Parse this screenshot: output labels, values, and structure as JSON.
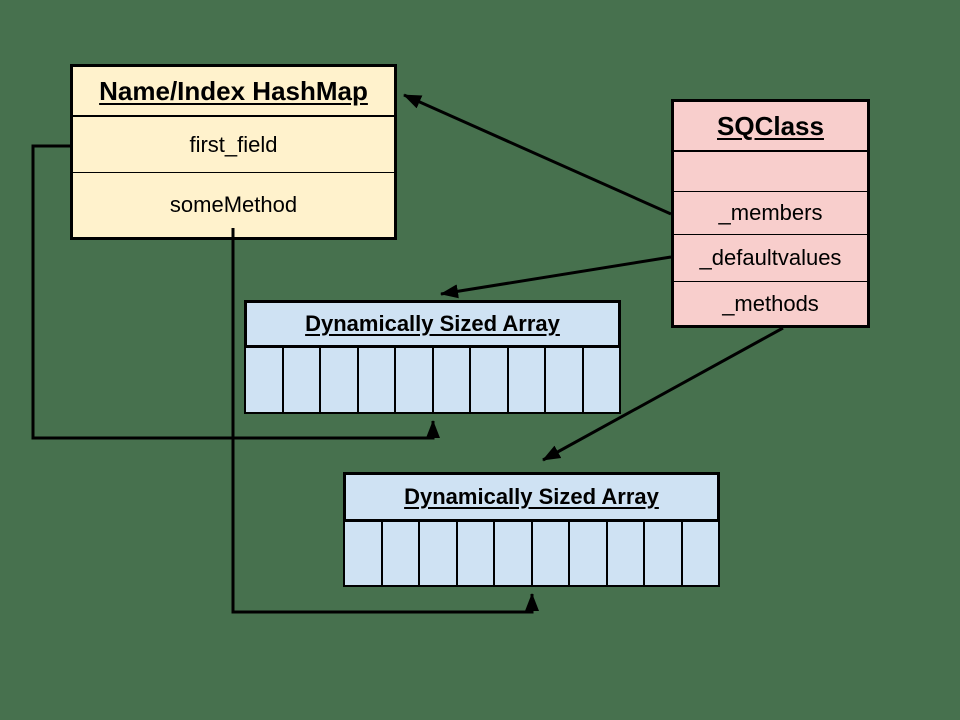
{
  "background_color": "#47714E",
  "line_color": "#000000",
  "boxes": {
    "hashmap": {
      "title": "Name/Index HashMap",
      "fill": "#FFF2CC",
      "rows": [
        "first_field",
        "someMethod"
      ]
    },
    "sqclass": {
      "title": "SQClass",
      "fill": "#F8CECC",
      "rows": [
        "",
        "_members",
        "_defaultvalues",
        "_methods"
      ]
    },
    "array1": {
      "title": "Dynamically Sized Array",
      "fill": "#CFE2F3",
      "cell_count": 10
    },
    "array2": {
      "title": "Dynamically Sized Array",
      "fill": "#CFE2F3",
      "cell_count": 10
    }
  }
}
